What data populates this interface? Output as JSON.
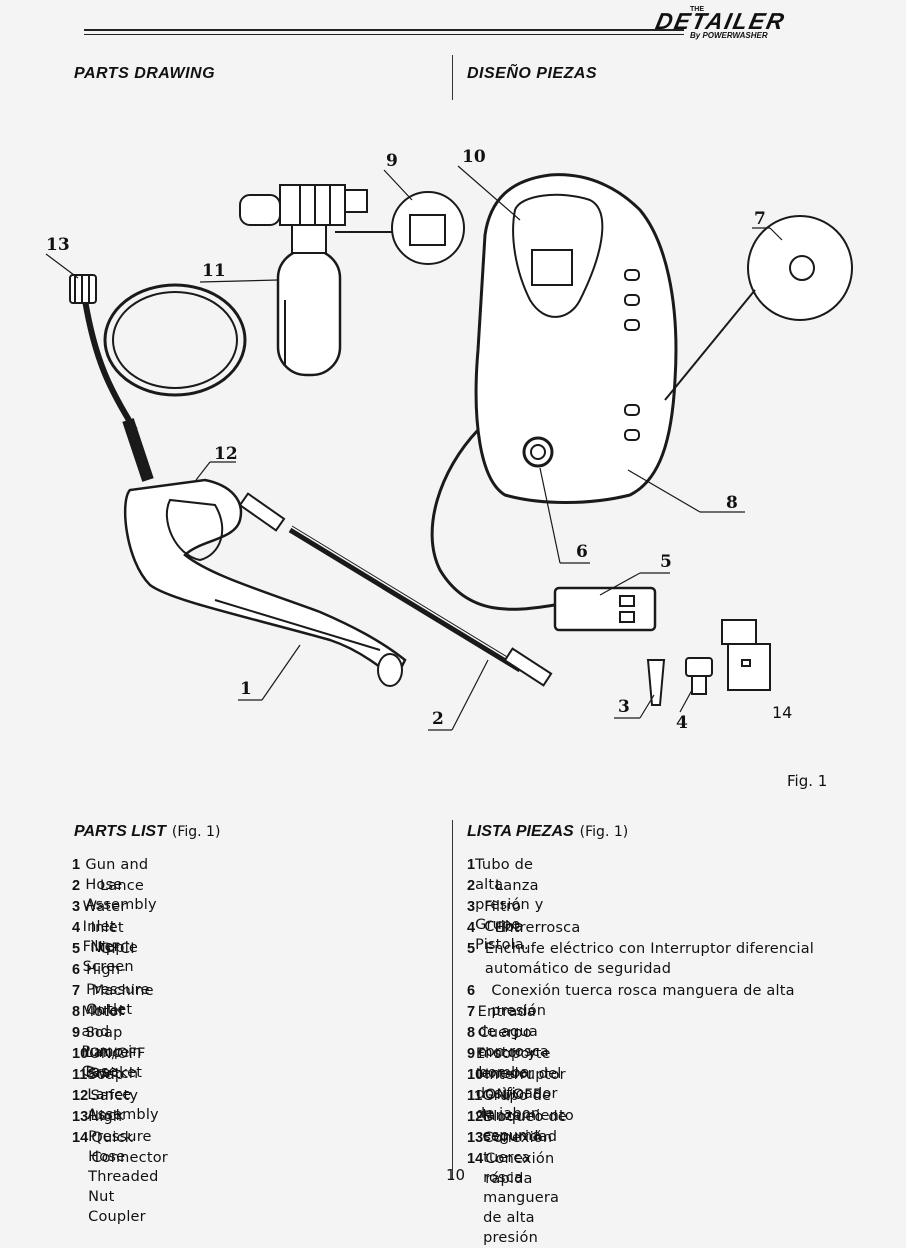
{
  "header": {
    "logo_the": "THE",
    "logo_brand": "DETAILER",
    "logo_by": "By POWERWASHER"
  },
  "titles": {
    "parts_drawing": "PARTS DRAWING",
    "diseno_piezas": "DISEÑO PIEZAS"
  },
  "figure": {
    "caption": "Fig. 1",
    "callouts": [
      "1",
      "2",
      "3",
      "4",
      "5",
      "6",
      "7",
      "8",
      "9",
      "10",
      "11",
      "12",
      "13",
      "14"
    ]
  },
  "parts_list": {
    "title": "PARTS LIST",
    "fig_ref": "(Fig. 1)",
    "items": [
      {
        "num": "1",
        "text": "Gun and Hose Assembly"
      },
      {
        "num": "2",
        "text": "Lance"
      },
      {
        "num": "3",
        "text": "Water Inlet Filter Screen"
      },
      {
        "num": "4",
        "text": "Inlet Nipple"
      },
      {
        "num": "5",
        "text": "GFCI"
      },
      {
        "num": "6",
        "text": "High-Pressure Outlet"
      },
      {
        "num": "7",
        "text": "Machine Inlet"
      },
      {
        "num": "8",
        "text": "Motor and Pump in Case"
      },
      {
        "num": "9",
        "text": "Soap Lance Bracket"
      },
      {
        "num": "10",
        "text": "ON/OFF Switch"
      },
      {
        "num": "11",
        "text": "Soap Lance Assembly"
      },
      {
        "num": "12",
        "text": "Safety Lock"
      },
      {
        "num": "13",
        "text": "High Pressure Hose Threaded Nut Coupler"
      },
      {
        "num": "14",
        "text": "Quick Connector"
      }
    ]
  },
  "lista_piezas": {
    "title": "LISTA PIEZAS",
    "fig_ref": "(Fig. 1)",
    "items": [
      {
        "num": "1",
        "text": "Tubo de alta presión y Grupo Pistola."
      },
      {
        "num": "2",
        "text": "Lanza"
      },
      {
        "num": "3",
        "text": "Filtro Criba"
      },
      {
        "num": "4",
        "text": "Entrerrosca"
      },
      {
        "num": "5",
        "text": "Enchufe eléctrico con Interruptor diferencial automático de seguridad"
      },
      {
        "num": "6",
        "text": "Conexión tuerca rosca manguera de alta presión"
      },
      {
        "num": "7",
        "text": "Entrada de agua con rosca"
      },
      {
        "num": "8",
        "text": "Cuerpo motor y bomba"
      },
      {
        "num": "9",
        "text": "El soporte tenedor del dosificador de jabon"
      },
      {
        "num": "10",
        "text": "Interruptor ON/OFF"
      },
      {
        "num": "11",
        "text": "Grupo de lanzamiento espuma"
      },
      {
        "num": "12",
        "text": "Bloqueo de seguridad"
      },
      {
        "num": "13",
        "text": "Conexión tuerca rosca manguera de alta presión"
      },
      {
        "num": "14",
        "text": "Conexión rápida"
      }
    ]
  },
  "page_number": "10"
}
